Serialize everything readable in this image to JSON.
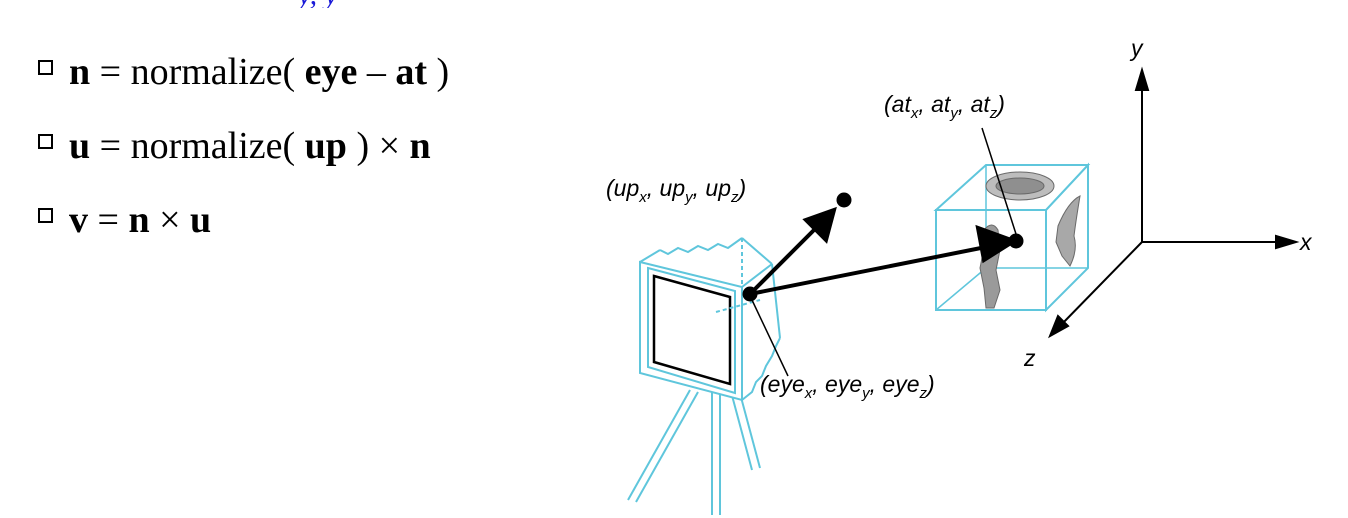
{
  "header_fragment": "y, y",
  "bullets": [
    {
      "t1": "n",
      "t2": " = normalize( ",
      "t3": "eye",
      "t4": " – ",
      "t5": "at",
      "t6": " )"
    },
    {
      "t1": "u",
      "t2": " = normalize( ",
      "t3": "up",
      "t4": " ) × ",
      "t5": "n"
    },
    {
      "t1": "v",
      "t2": " = ",
      "t3": "n",
      "t4": " × ",
      "t5": "u"
    }
  ],
  "diagram": {
    "at_label": {
      "open": "(",
      "at1": "at",
      "x": "x",
      "sep1": ", ",
      "at2": "at",
      "y": "y",
      "sep2": ", ",
      "at3": "at",
      "z": "z",
      "close": ")"
    },
    "up_label": {
      "open": "(",
      "up1": "up",
      "x": "x",
      "sep1": ", ",
      "up2": "up",
      "y": "y",
      "sep2": ", ",
      "up3": "up",
      "z": "z",
      "close": ")"
    },
    "eye_label": {
      "open": "(",
      "eye1": "eye",
      "x": "x",
      "sep1": ", ",
      "eye2": "eye",
      "y": "y",
      "sep2": ", ",
      "eye3": "eye",
      "z": "z",
      "close": ")"
    },
    "axis_x": "x",
    "axis_y": "y",
    "axis_z": "z"
  },
  "colors": {
    "camera": "#5fc6dc",
    "cube": "#5fc6dc",
    "arrows": "#000000",
    "header": "#1a1ad8"
  }
}
